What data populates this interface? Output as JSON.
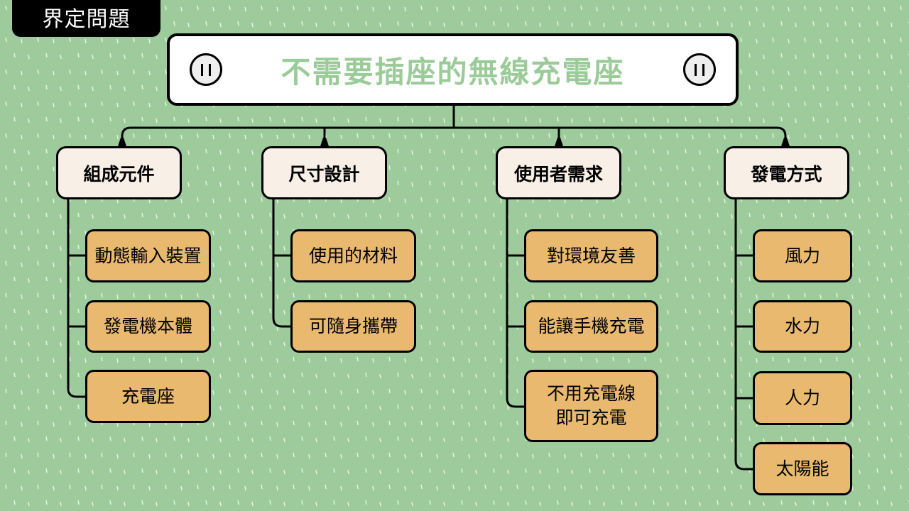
{
  "section_tag": "界定問題",
  "title": "不需要插座的無線充電座",
  "colors": {
    "background": "#9ecb9c",
    "title_text": "#9ccb9a",
    "category_fill": "#f8efe7",
    "item_fill": "#e8b96f"
  },
  "categories": [
    {
      "label": "組成元件",
      "items": [
        "動態輸入裝置",
        "發電機本體",
        "充電座"
      ]
    },
    {
      "label": "尺寸設計",
      "items": [
        "使用的材料",
        "可隨身攜帶"
      ]
    },
    {
      "label": "使用者需求",
      "items": [
        "對環境友善",
        "能讓手機充電",
        "不用充電線\n即可充電"
      ]
    },
    {
      "label": "發電方式",
      "items": [
        "風力",
        "水力",
        "人力",
        "太陽能"
      ]
    }
  ]
}
